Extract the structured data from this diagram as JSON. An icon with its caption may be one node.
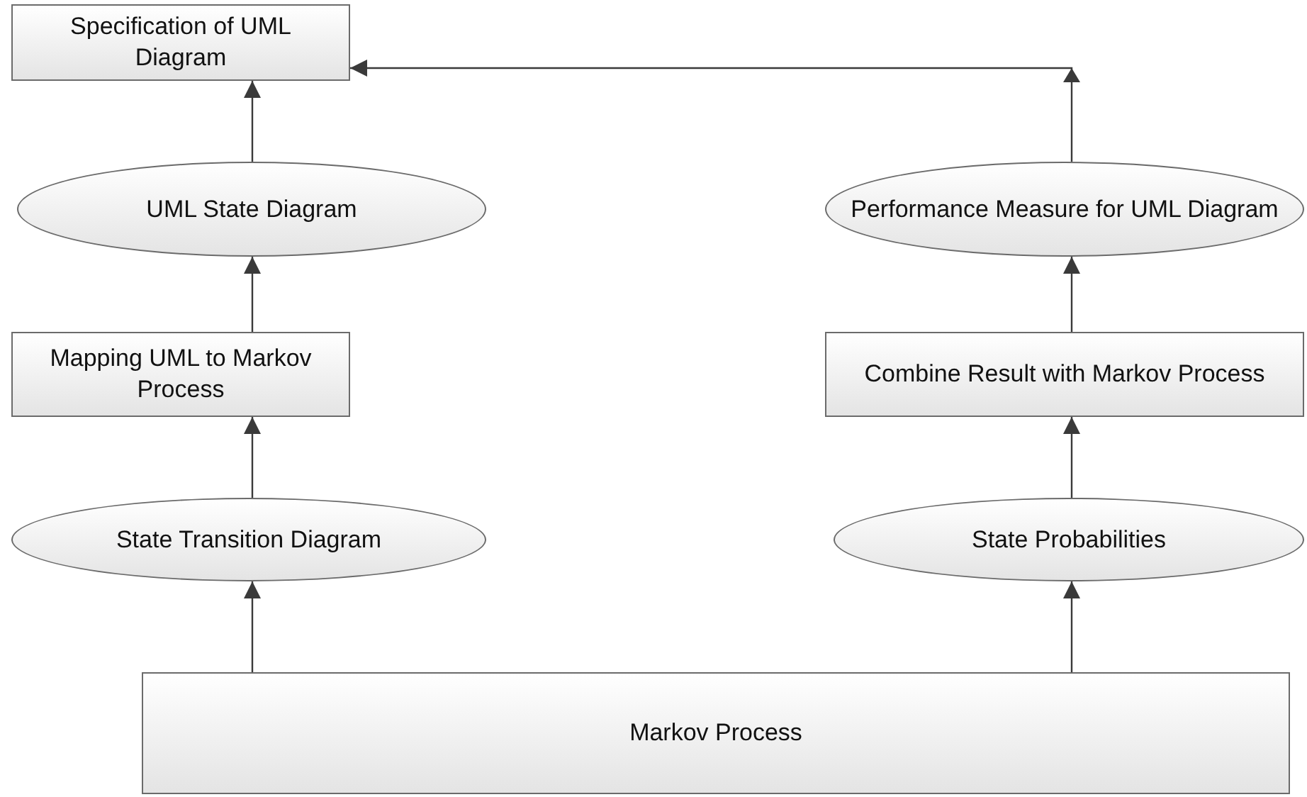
{
  "diagram": {
    "nodes": [
      {
        "text": [
          "Specification of UML Diagram"
        ]
      },
      {
        "text": [
          "UML State Diagram"
        ]
      },
      {
        "text": [
          "Mapping UML to Markov Process"
        ]
      },
      {
        "text": [
          "State Transition Diagram"
        ]
      },
      {
        "text": [
          "Markov Process"
        ]
      },
      {
        "text": [
          "Performance Measure for UML Diagram"
        ]
      },
      {
        "text": [
          "Combine Result with Markov Process"
        ]
      },
      {
        "text": [
          "State Probabilities"
        ]
      }
    ],
    "edges": [
      {
        "from": 4,
        "to": 3,
        "arrow": "to"
      },
      {
        "from": 3,
        "to": 2,
        "arrow": "to"
      },
      {
        "from": 2,
        "to": 1,
        "arrow": "to"
      },
      {
        "from": 1,
        "to": 0,
        "arrow": "to"
      },
      {
        "from": 4,
        "to": 7,
        "arrow": "to"
      },
      {
        "from": 7,
        "to": 6,
        "arrow": "to"
      },
      {
        "from": 6,
        "to": 5,
        "arrow": "to"
      },
      {
        "from": 5,
        "to": 0,
        "arrow": "to"
      }
    ]
  }
}
